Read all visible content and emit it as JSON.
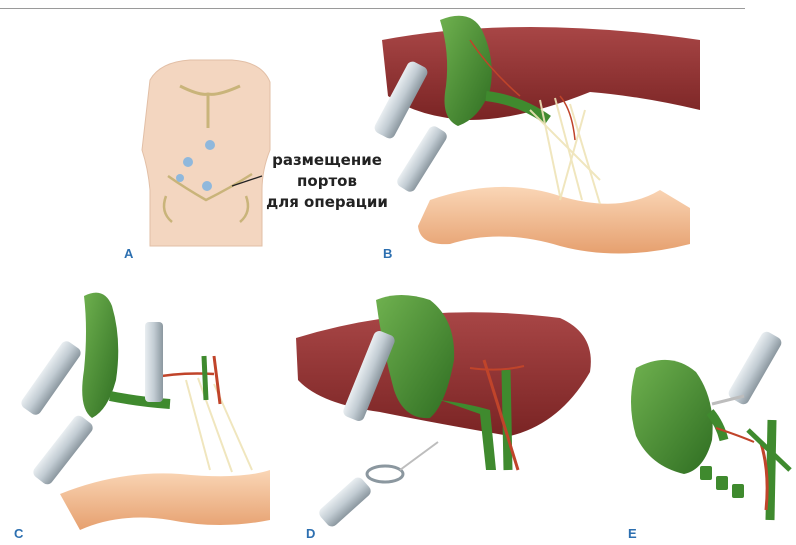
{
  "caption": {
    "lines": [
      "размещение",
      "портов",
      "для операции"
    ]
  },
  "panels": [
    {
      "label": "A"
    },
    {
      "label": "B"
    },
    {
      "label": "C"
    },
    {
      "label": "D"
    },
    {
      "label": "E"
    }
  ],
  "colors": {
    "panel_label": "#2c6fb0",
    "gallbladder": "#3f8a2e",
    "liver": "#8e2b2b",
    "skin": "#f3d6c0",
    "port_marker": "#8fb8dc",
    "bowel": "#f1b98f",
    "instrument": "#b9c4cc"
  }
}
